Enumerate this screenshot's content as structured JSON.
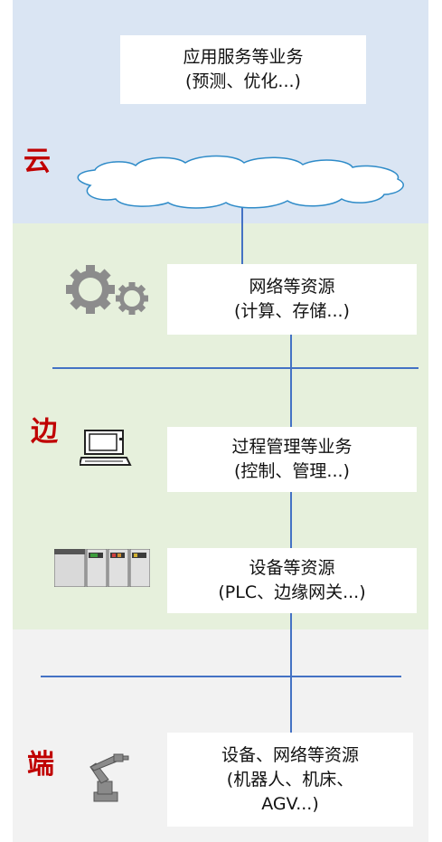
{
  "colors": {
    "cloud_band": "#dae5f3",
    "edge_band": "#e6f0dc",
    "end_band": "#f2f2f2",
    "line": "#4472c4",
    "layer_label": "#c00000"
  },
  "layers": {
    "cloud": {
      "label": "云"
    },
    "edge": {
      "label": "边"
    },
    "end": {
      "label": "端"
    }
  },
  "boxes": {
    "cloud_services": {
      "line1": "应用服务等业务",
      "line2": "(预测、优化...)"
    },
    "edge_network": {
      "line1": "网络等资源",
      "line2": "(计算、存储...)"
    },
    "edge_process": {
      "line1": "过程管理等业务",
      "line2": "(控制、管理...)"
    },
    "edge_device": {
      "line1": "设备等资源",
      "line2": "(PLC、边缘网关...)"
    },
    "end_device": {
      "line1": "设备、网络等资源",
      "line2": "(机器人、机床、",
      "line3": "AGV...)"
    }
  },
  "icons": [
    "cloud-icon",
    "gears-icon",
    "computer-terminal-icon",
    "plc-rack-icon",
    "industrial-robot-icon"
  ]
}
